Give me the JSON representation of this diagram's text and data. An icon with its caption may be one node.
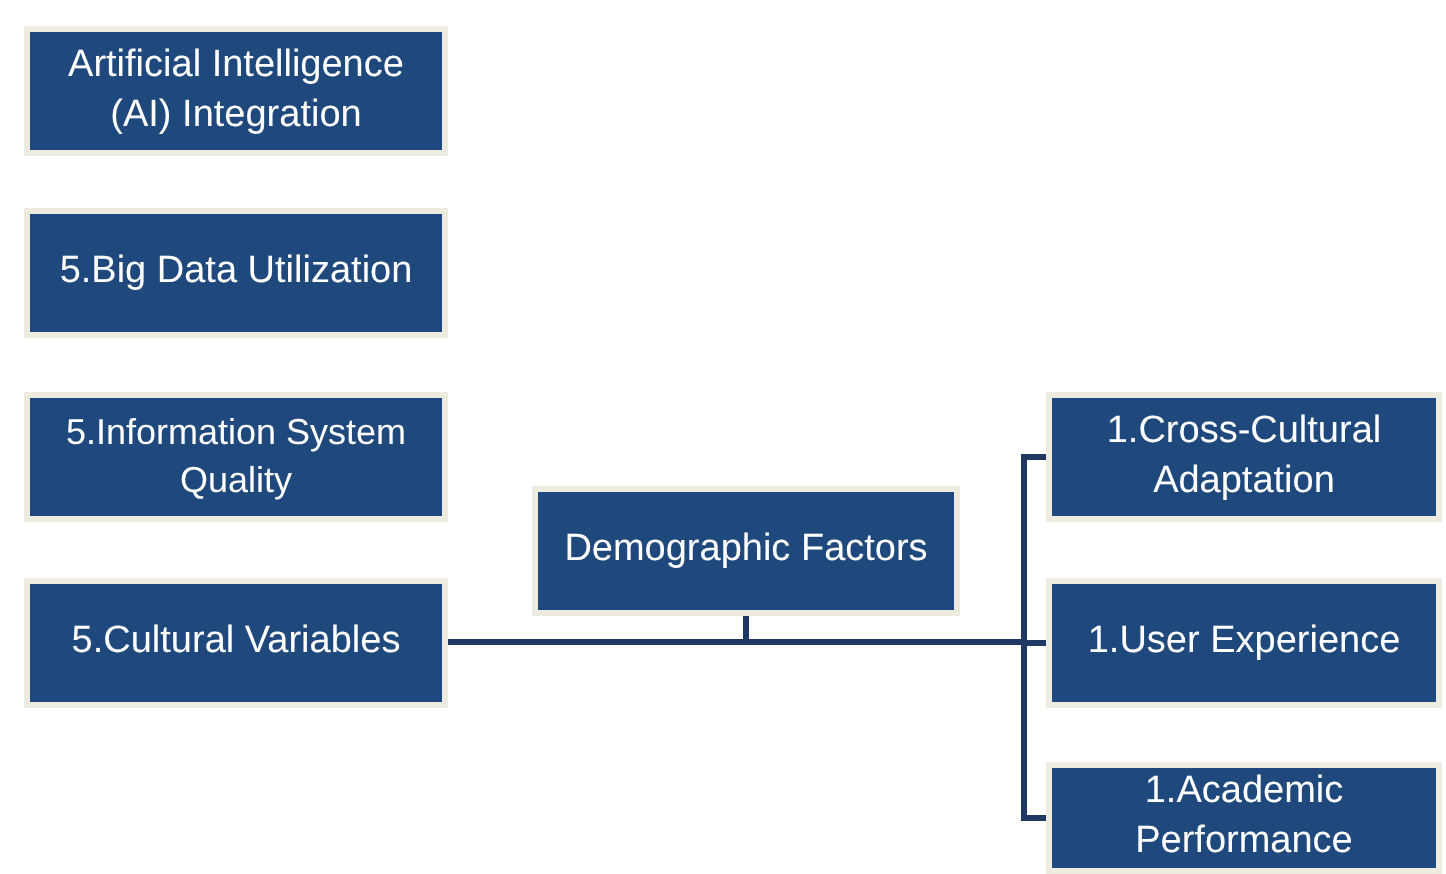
{
  "diagram": {
    "nodes": [
      {
        "text": [
          "Artificial Intelligence (AI) Integration"
        ]
      },
      {
        "text": [
          "5.Big Data Utilization"
        ]
      },
      {
        "text": [
          "5.Information System Quality"
        ]
      },
      {
        "text": [
          "5.Cultural Variables"
        ]
      },
      {
        "text": [
          "Demographic Factors"
        ]
      },
      {
        "text": [
          "1.Cross-Cultural Adaptation"
        ]
      },
      {
        "text": [
          "1.User Experience"
        ]
      },
      {
        "text": [
          "1.Academic Performance"
        ]
      }
    ],
    "edges": [
      {
        "from": 3,
        "to": 5,
        "arrow": "none"
      },
      {
        "from": 3,
        "to": 6,
        "arrow": "none"
      },
      {
        "from": 3,
        "to": 7,
        "arrow": "none"
      },
      {
        "from": 4,
        "to": 5,
        "arrow": "none"
      },
      {
        "from": 4,
        "to": 6,
        "arrow": "none"
      },
      {
        "from": 4,
        "to": 7,
        "arrow": "none"
      }
    ]
  }
}
